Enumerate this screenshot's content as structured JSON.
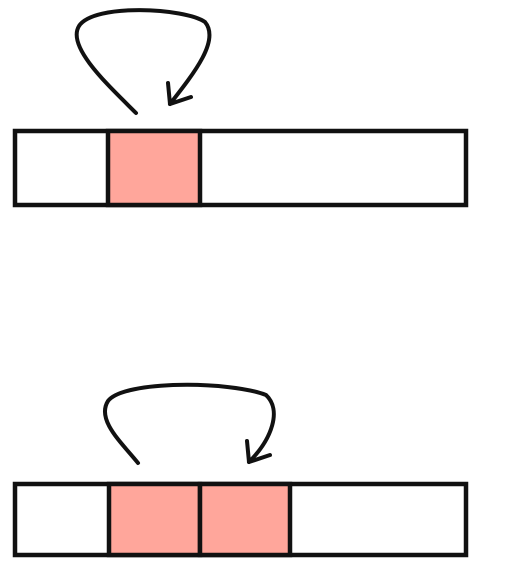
{
  "colors": {
    "background": "#ffffff",
    "outline": "#111111",
    "highlight": "#ffa69b",
    "empty": "#ffffff"
  },
  "diagrams": [
    {
      "name": "top-array",
      "cell_count": 5,
      "highlighted_cells": [
        1
      ]
    },
    {
      "name": "bottom-array",
      "cell_count": 5,
      "highlighted_cells": [
        1,
        2
      ]
    }
  ]
}
